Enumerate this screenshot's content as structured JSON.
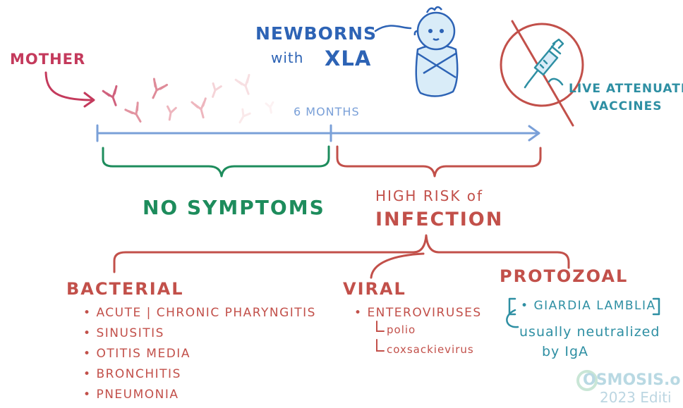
{
  "labels": {
    "mother": "MOTHER",
    "newborns_line1": "NEWBORNS",
    "newborns_with": "with",
    "newborns_xla": "XLA",
    "six_months": "6 MONTHS",
    "vaccines_line1": "LIVE ATTENUATED",
    "vaccines_line2": "VACCINES",
    "no_symptoms": "NO SYMPTOMS",
    "risk_line1": "HIGH RISK of",
    "risk_line2": "INFECTION"
  },
  "categories": {
    "bacterial": {
      "title": "BACTERIAL",
      "items": [
        "ACUTE | CHRONIC PHARYNGITIS",
        "SINUSITIS",
        "OTITIS MEDIA",
        "BRONCHITIS",
        "PNEUMONIA"
      ]
    },
    "viral": {
      "title": "VIRAL",
      "items": [
        "ENTEROVIRUSES",
        "polio",
        "coxsackievirus"
      ]
    },
    "protozoal": {
      "title": "PROTOZOAL",
      "items": [
        "GIARDIA LAMBLIA"
      ],
      "note_line1": "usually neutralized",
      "note_line2": "by IgA"
    }
  },
  "watermark": {
    "brand": "OSMOSIS.o",
    "edition": "2023 Editi"
  },
  "colors": {
    "red": "#c2504a",
    "blue": "#2d63b5",
    "light_blue": "#7aa0d8",
    "teal": "#2e8fa3",
    "green": "#1d8c5c",
    "pink": "#e8a0a8",
    "magenta": "#c43a5c"
  }
}
